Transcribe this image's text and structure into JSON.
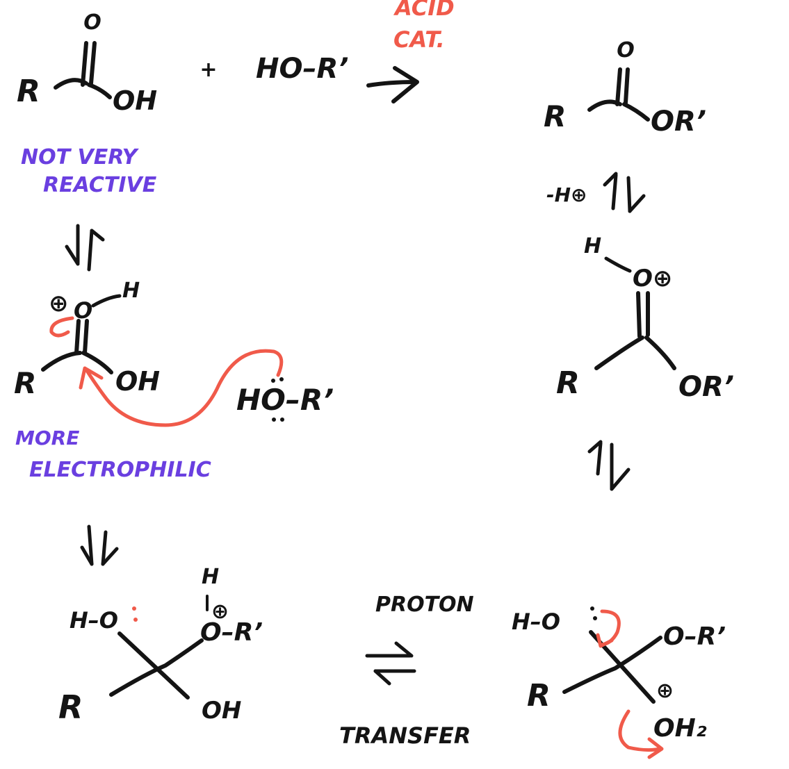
{
  "colors": {
    "ink": "#141414",
    "purple": "#6a3fe0",
    "red": "#f05a4a"
  },
  "reactant": {
    "carbonyl_o": "O",
    "r": "R",
    "oh": "OH",
    "plus": "+",
    "alcohol": "HO–R’"
  },
  "catalyst": {
    "line1": "ACID",
    "line2": "CAT."
  },
  "product": {
    "o": "O",
    "r": "R",
    "or": "OR’"
  },
  "notes": {
    "not_reactive_1": "NOT VERY",
    "not_reactive_2": "REACTIVE",
    "more_1": "MORE",
    "more_2": "ELECTROPHILIC"
  },
  "protonated_acid": {
    "plus": "⊕",
    "o": "O",
    "h": "H",
    "r": "R",
    "oh": "OH"
  },
  "nucleophile": {
    "label": "HO–R’"
  },
  "protonated_ester": {
    "h": "H",
    "o_plus": "O⊕",
    "r": "R",
    "or": "OR’"
  },
  "deprotonation_label": "-H⊕",
  "tetrahedral_1": {
    "h_o": "H–O",
    "h": "H",
    "plus": "⊕",
    "o_r": "O–R’",
    "r": "R",
    "oh": "OH"
  },
  "proton_transfer": {
    "top": "PROTON",
    "bottom": "TRANSFER"
  },
  "tetrahedral_2": {
    "h_o": "H–O",
    "o_r": "O–R’",
    "r": "R",
    "plus": "⊕",
    "oh2": "OH₂"
  }
}
